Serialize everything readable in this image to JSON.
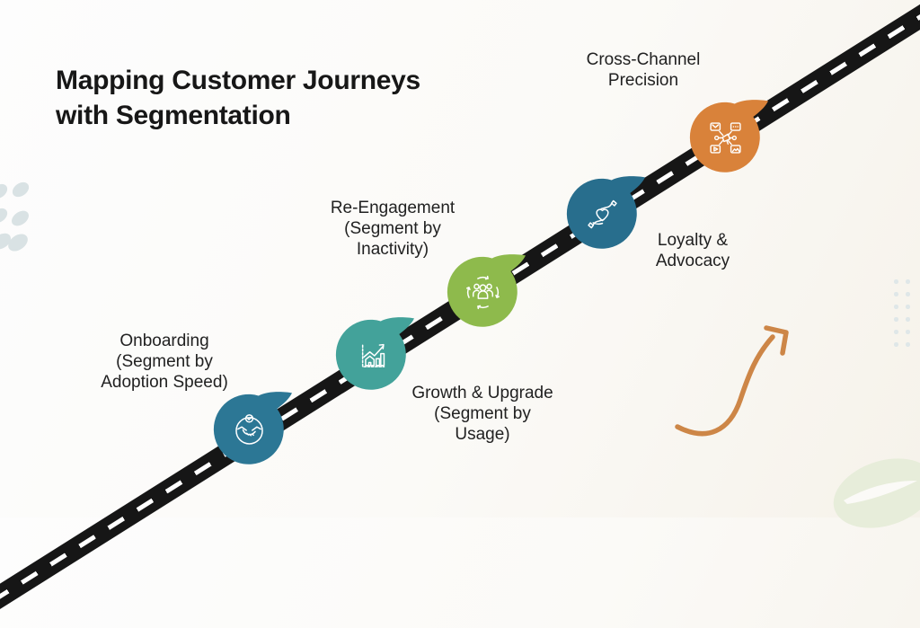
{
  "slide": {
    "title": "Mapping Customer Journeys\nwith Segmentation"
  },
  "milestones": [
    {
      "name": "Onboarding",
      "label": "Onboarding\n(Segment by\nAdoption Speed)",
      "icon": "handshake-badge-icon",
      "color": "#2c7795"
    },
    {
      "name": "Re-Engagement",
      "label": "Re-Engagement\n(Segment by\nInactivity)",
      "icon": "growth-chart-icon",
      "color": "#43a29a"
    },
    {
      "name": "Growth & Upgrade",
      "label": "Growth & Upgrade\n(Segment by\nUsage)",
      "icon": "people-sync-icon",
      "color": "#8eba4c"
    },
    {
      "name": "Loyalty & Advocacy",
      "label": "Loyalty &\nAdvocacy",
      "icon": "hands-holding-heart-icon",
      "color": "#286e8d"
    },
    {
      "name": "Cross-Channel Precision",
      "label": "Cross-Channel\nPrecision",
      "icon": "multichannel-network-icon",
      "color": "#d9823a"
    }
  ],
  "theme": {
    "road-color": "#161616",
    "road-dash-color": "#ffffff",
    "arrow-color": "#cd8647",
    "title-color": "#171717",
    "label-color": "#212121",
    "dot-left-color": "#d9e2e4",
    "dot-right-color": "#dfe7e8",
    "leaf-color": "#e7edda",
    "bg-start": "#fdfdfd",
    "bg-end": "#f6f2ea"
  }
}
